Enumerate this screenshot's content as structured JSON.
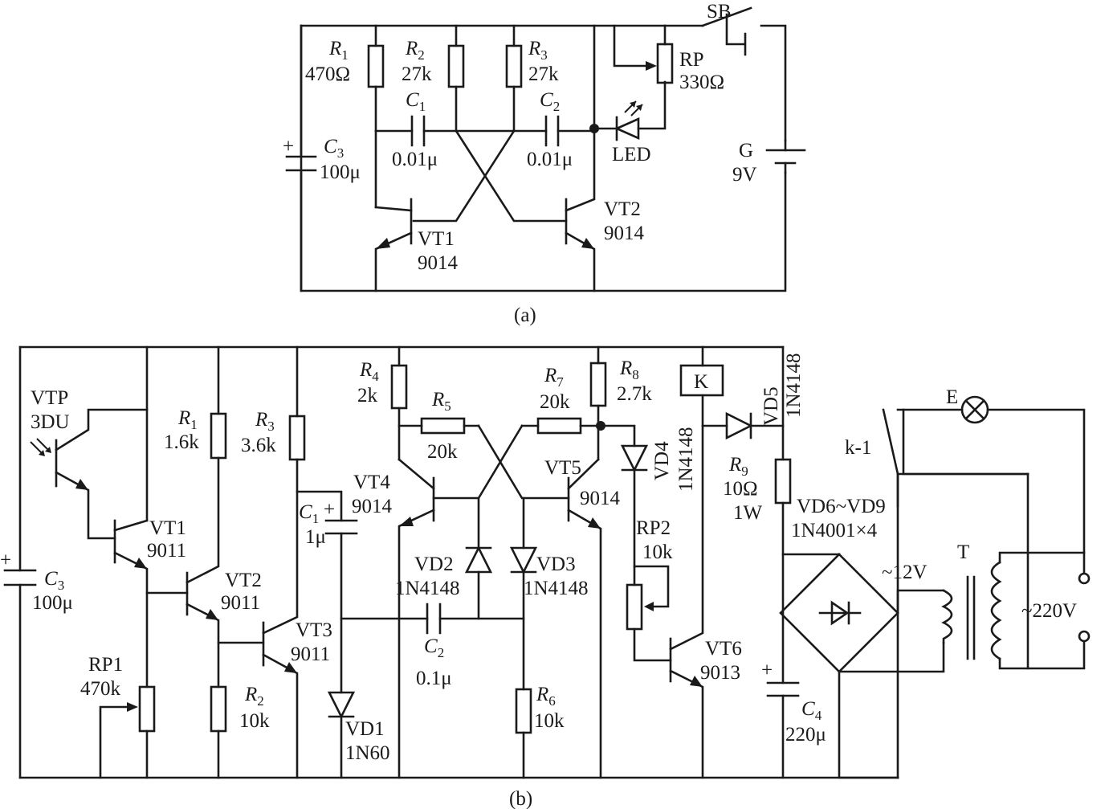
{
  "circuit_a": {
    "caption": "(a)",
    "R1": {
      "name": "R",
      "sub": "1",
      "value": "470Ω"
    },
    "R2": {
      "name": "R",
      "sub": "2",
      "value": "27k"
    },
    "R3": {
      "name": "R",
      "sub": "3",
      "value": "27k"
    },
    "C1": {
      "name": "C",
      "sub": "1",
      "value": "0.01μ"
    },
    "C2": {
      "name": "C",
      "sub": "2",
      "value": "0.01μ"
    },
    "C3": {
      "name": "C",
      "sub": "3",
      "value": "100μ"
    },
    "RP": {
      "name": "RP",
      "value": "330Ω"
    },
    "SB": "SB",
    "LED": "LED",
    "G": {
      "name": "G",
      "value": "9V"
    },
    "VT1": {
      "name": "VT1",
      "value": "9014"
    },
    "VT2": {
      "name": "VT2",
      "value": "9014"
    }
  },
  "circuit_b": {
    "caption": "(b)",
    "VTP": {
      "name": "VTP",
      "value": "3DU"
    },
    "VT1": {
      "name": "VT1",
      "value": "9011"
    },
    "VT2": {
      "name": "VT2",
      "value": "9011"
    },
    "VT3": {
      "name": "VT3",
      "value": "9011"
    },
    "VT4": {
      "name": "VT4",
      "value": "9014"
    },
    "VT5": {
      "name": "VT5",
      "value": "9014"
    },
    "VT6": {
      "name": "VT6",
      "value": "9013"
    },
    "R1": {
      "name": "R",
      "sub": "1",
      "value": "1.6k"
    },
    "R2": {
      "name": "R",
      "sub": "2",
      "value": "10k"
    },
    "R3": {
      "name": "R",
      "sub": "3",
      "value": "3.6k"
    },
    "R4": {
      "name": "R",
      "sub": "4",
      "value": "2k"
    },
    "R5": {
      "name": "R",
      "sub": "5",
      "value": "20k"
    },
    "R6": {
      "name": "R",
      "sub": "6",
      "value": "10k"
    },
    "R7": {
      "name": "R",
      "sub": "7",
      "value": "20k"
    },
    "R8": {
      "name": "R",
      "sub": "8",
      "value": "2.7k"
    },
    "R9": {
      "name": "R",
      "sub": "9",
      "value": "10Ω",
      "power": "1W"
    },
    "C1": {
      "name": "C",
      "sub": "1",
      "value": "1μ"
    },
    "C2": {
      "name": "C",
      "sub": "2",
      "value": "0.1μ"
    },
    "C3": {
      "name": "C",
      "sub": "3",
      "value": "100μ"
    },
    "C4": {
      "name": "C",
      "sub": "4",
      "value": "220μ"
    },
    "RP1": {
      "name": "RP1",
      "value": "470k"
    },
    "RP2": {
      "name": "RP2",
      "value": "10k"
    },
    "VD1": {
      "name": "VD1",
      "value": "1N60"
    },
    "VD2": {
      "name": "VD2",
      "value": "1N4148"
    },
    "VD3": {
      "name": "VD3",
      "value": "1N4148"
    },
    "VD4": {
      "name": "VD4",
      "value": "1N4148"
    },
    "VD5": {
      "name": "VD5",
      "value": "1N4148"
    },
    "VD6_9": {
      "name": "VD6~VD9",
      "value": "1N4001×4"
    },
    "K": "K",
    "k1": "k-1",
    "E": "E",
    "T": "T",
    "ac12": "~12V",
    "ac220": "~220V",
    "plus": "+"
  }
}
